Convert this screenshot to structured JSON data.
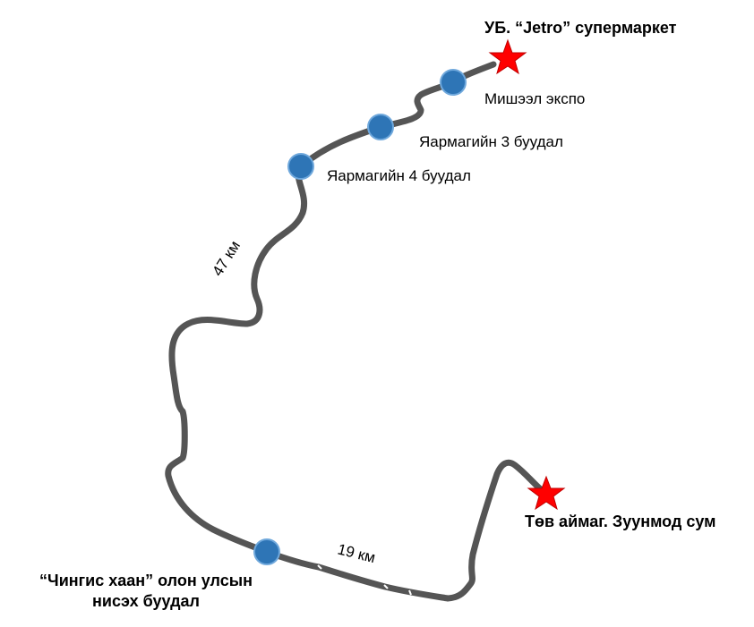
{
  "map": {
    "route_color": "#555555",
    "stop_color": "#2E75B6",
    "stop_outline": "#6FA8DC",
    "star_color": "#FF0000",
    "star_outline": "#C00000"
  },
  "endpoints": {
    "start": {
      "icon": "star-icon",
      "label": "УБ. “Jetro” супермаркет"
    },
    "end": {
      "icon": "star-icon",
      "label": "Төв аймаг. Зуунмод сум"
    }
  },
  "stops": [
    {
      "icon": "circle-marker",
      "label": "Мишээл экспо"
    },
    {
      "icon": "circle-marker",
      "label": "Яармагийн 3 буудал"
    },
    {
      "icon": "circle-marker",
      "label": "Яармагийн 4 буудал"
    },
    {
      "icon": "circle-marker",
      "label_line1": "“Чингис хаан” олон улсын",
      "label_line2": "нисэх буудал"
    }
  ],
  "distances": [
    {
      "label": "47 км"
    },
    {
      "label": "19 км"
    }
  ]
}
